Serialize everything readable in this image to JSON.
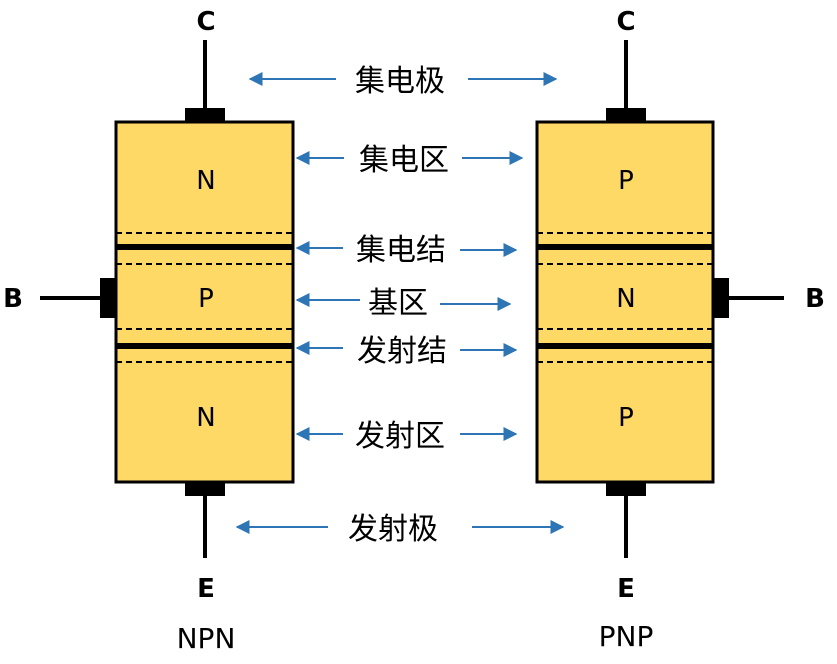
{
  "colors": {
    "semiconductor_fill": "#FFD966",
    "outline": "#000000",
    "arrow": "#2E75B6"
  },
  "npn": {
    "collector_label": "C",
    "base_label": "B",
    "emitter_label": "E",
    "regions": [
      "N",
      "P",
      "N"
    ],
    "type_label": "NPN"
  },
  "pnp": {
    "collector_label": "C",
    "base_label": "B",
    "emitter_label": "E",
    "regions": [
      "P",
      "N",
      "P"
    ],
    "type_label": "PNP"
  },
  "annotations": {
    "collector_electrode": "集电极",
    "collector_region": "集电区",
    "collector_junction": "集电结",
    "base_region": "基区",
    "emitter_junction": "发射结",
    "emitter_region": "发射区",
    "emitter_electrode": "发射极"
  }
}
